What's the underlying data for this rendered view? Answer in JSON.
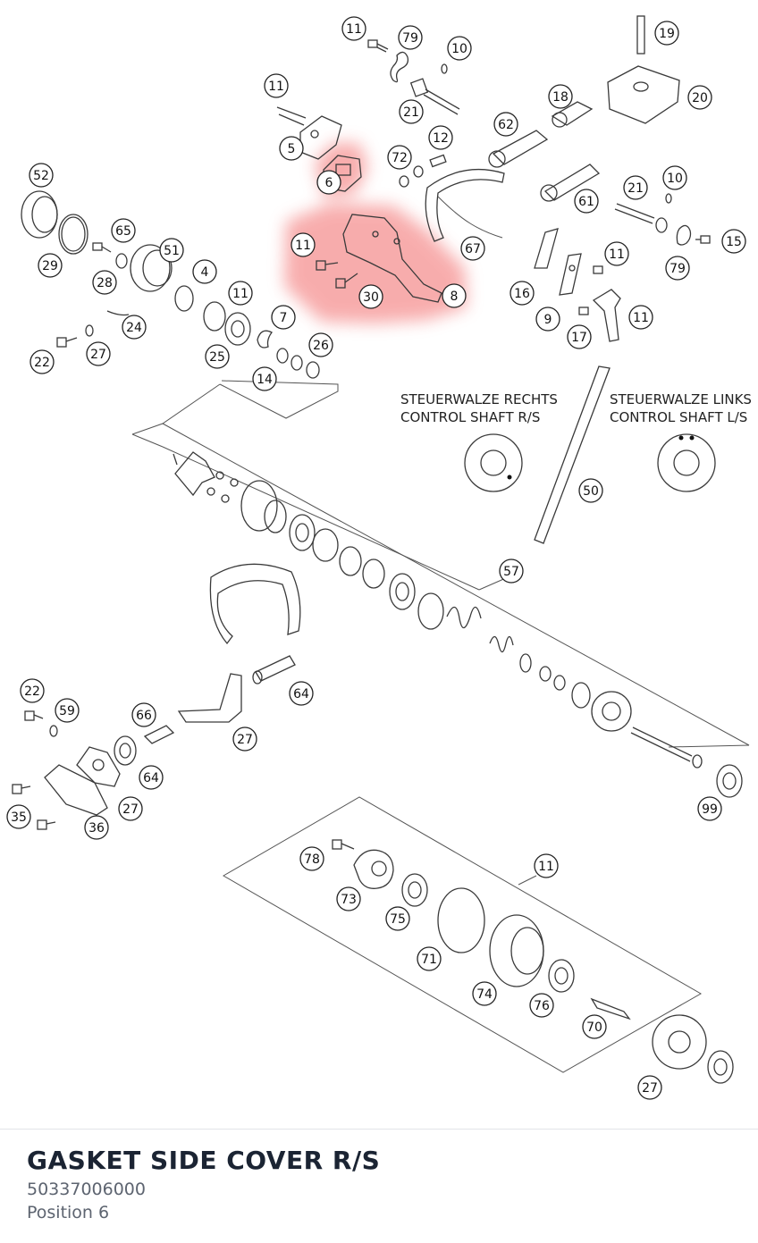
{
  "part": {
    "title": "GASKET SIDE COVER R/S",
    "number": "50337006000",
    "position": "Position 6"
  },
  "diagram": {
    "legend_right_de": "STEUERWALZE RECHTS",
    "legend_right_en": "CONTROL SHAFT R/S",
    "legend_left_de": "STEUERWALZE LINKS",
    "legend_left_en": "CONTROL SHAFT L/S",
    "highlight_color": "#f26b6b",
    "callouts": [
      "11",
      "79",
      "10",
      "19",
      "18",
      "20",
      "11",
      "21",
      "12",
      "62",
      "5",
      "72",
      "6",
      "52",
      "21",
      "10",
      "61",
      "65",
      "51",
      "11",
      "67",
      "11",
      "79",
      "15",
      "29",
      "4",
      "11",
      "30",
      "8",
      "16",
      "28",
      "24",
      "7",
      "9",
      "11",
      "17",
      "22",
      "27",
      "25",
      "26",
      "14",
      "50",
      "57",
      "64",
      "22",
      "59",
      "66",
      "27",
      "64",
      "35",
      "36",
      "27",
      "99",
      "11",
      "78",
      "73",
      "75",
      "71",
      "74",
      "76",
      "70",
      "27"
    ]
  }
}
